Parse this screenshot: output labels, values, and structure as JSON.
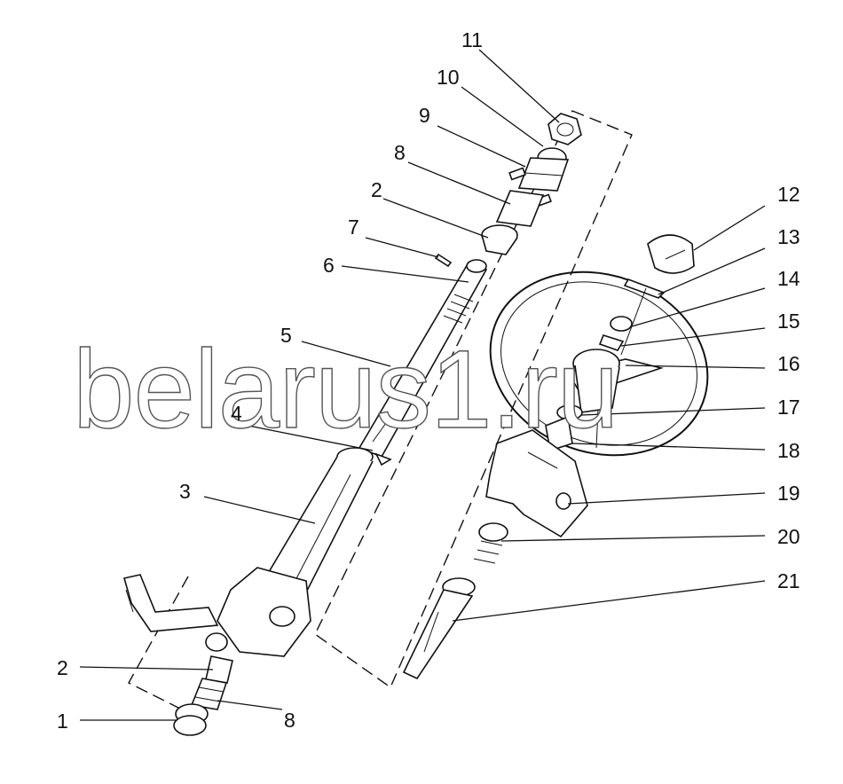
{
  "watermark": "belarus1.ru",
  "labels": {
    "l1": "1",
    "l2a": "2",
    "l2b": "2",
    "l3": "3",
    "l4": "4",
    "l5": "5",
    "l6": "6",
    "l7": "7",
    "l8a": "8",
    "l8b": "8",
    "l9": "9",
    "l10": "10",
    "l11": "11",
    "l12": "12",
    "l13": "13",
    "l14": "14",
    "l15": "15",
    "l16": "16",
    "l17": "17",
    "l18": "18",
    "l19": "19",
    "l20": "20",
    "l21": "21"
  }
}
